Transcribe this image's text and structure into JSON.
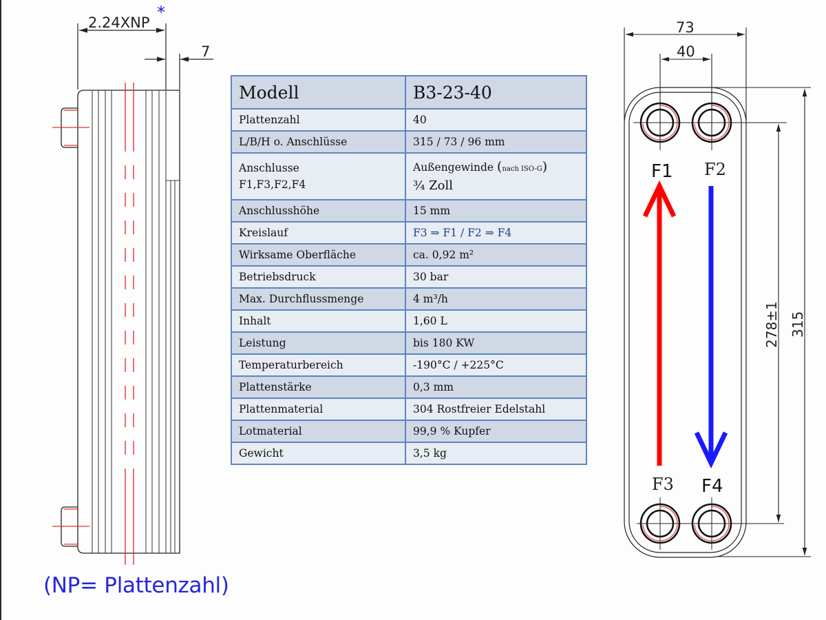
{
  "side_view": {
    "width_dim": "2.24XNP",
    "asterisk": "*",
    "offset_dim": "7",
    "note": "(NP= Plattenzahl)"
  },
  "front_view": {
    "width_dim": "73",
    "port_spacing_dim": "40",
    "port_distance_dim": "278±1",
    "length_dim": "315",
    "ports": [
      "F1",
      "F2",
      "F3",
      "F4"
    ],
    "hot_flow_color": "#ff0000",
    "cold_flow_color": "#1a1aff"
  },
  "spec_table": {
    "header": {
      "key": "Modell",
      "value": "B3-23-40"
    },
    "rows": [
      {
        "key": "Plattenzahl",
        "value": "40"
      },
      {
        "key": "L/B/H o. Anschlüsse",
        "value": "315 / 73 / 96 mm"
      },
      {
        "key_line1": "Anschlusse",
        "key_line2": "F1,F3,F2,F4",
        "value_main": "Außengewinde ",
        "value_paren_open": "(",
        "value_small": "nach ISO-G",
        "value_paren_close": ")",
        "value_line2": "¾ Zoll"
      },
      {
        "key": "Anschlusshöhe",
        "value": "15 mm"
      },
      {
        "key": "Kreislauf",
        "value": "F3 ⇒ F1 / F2 ⇒ F4"
      },
      {
        "key": "Wirksame Oberfläche",
        "value": "ca. 0,92 m²"
      },
      {
        "key": "Betriebsdruck",
        "value": "30 bar"
      },
      {
        "key": "Max. Durchflussmenge",
        "value": "4 m³/h"
      },
      {
        "key": "Inhalt",
        "value": "1,60 L"
      },
      {
        "key": "Leistung",
        "value": "bis 180 KW"
      },
      {
        "key": "Temperaturbereich",
        "value": "-190°C / +225°C"
      },
      {
        "key": "Plattenstärke",
        "value": "0,3 mm"
      },
      {
        "key": "Plattenmaterial",
        "value": "304 Rostfreier Edelstahl"
      },
      {
        "key": "Lotmaterial",
        "value": "99,9 % Kupfer"
      },
      {
        "key": "Gewicht",
        "value": "3,5 kg"
      }
    ]
  }
}
